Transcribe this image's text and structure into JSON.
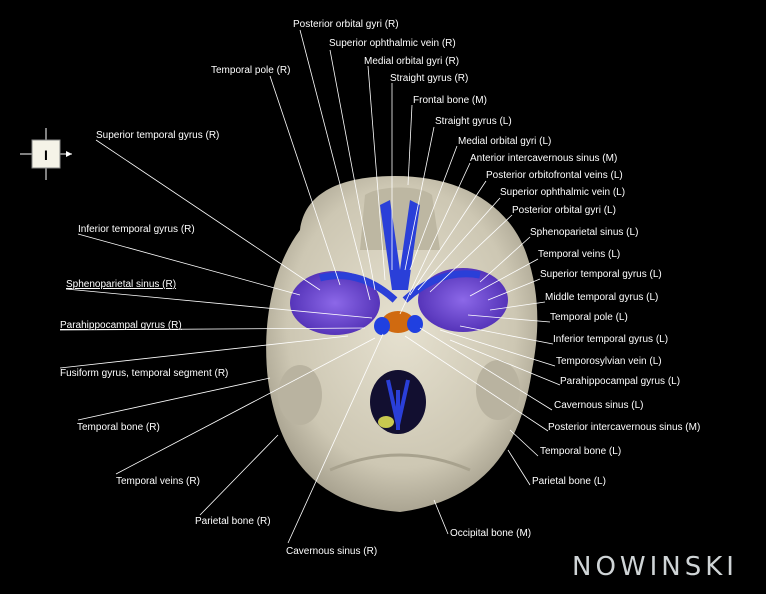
{
  "labels": {
    "posterior_orbital_gyri_r": "Posterior orbital gyri (R)",
    "superior_ophthalmic_vein_r": "Superior ophthalmic vein (R)",
    "medial_orbital_gyri_r": "Medial orbital gyri (R)",
    "straight_gyrus_r": "Straight gyrus (R)",
    "temporal_pole_r": "Temporal pole (R)",
    "frontal_bone_m": "Frontal bone (M)",
    "straight_gyrus_l": "Straight gyrus (L)",
    "superior_temporal_gyrus_r": "Superior temporal gyrus (R)",
    "medial_orbital_gyri_l": "Medial orbital gyri (L)",
    "anterior_intercavernous_sinus_m": "Anterior intercavernous sinus (M)",
    "posterior_orbitofrontal_veins_l": "Posterior orbitofrontal veins (L)",
    "superior_ophthalmic_vein_l": "Superior ophthalmic vein (L)",
    "posterior_orbital_gyri_l": "Posterior orbital gyri (L)",
    "inferior_temporal_gyrus_r": "Inferior temporal gyrus (R)",
    "sphenoparietal_sinus_l": "Sphenoparietal sinus (L)",
    "temporal_veins_l": "Temporal veins (L)",
    "superior_temporal_gyrus_l": "Superior temporal gyrus (L)",
    "sphenoparietal_sinus_r": "Sphenoparietal sinus (R)",
    "middle_temporal_gyrus_l": "Middle temporal gyrus (L)",
    "temporal_pole_l": "Temporal pole (L)",
    "parahippocampal_gyrus_r": "Parahippocampal gyrus (R)",
    "inferior_temporal_gyrus_l": "Inferior temporal gyrus (L)",
    "temporosylvian_vein_l": "Temporosylvian vein (L)",
    "fusiform_gyrus_temporal_segment_r": "Fusiform gyrus, temporal segment (R)",
    "parahippocampal_gyrus_l": "Parahippocampal gyrus (L)",
    "cavernous_sinus_l": "Cavernous sinus (L)",
    "temporal_bone_r": "Temporal bone (R)",
    "posterior_intercavernous_sinus_m": "Posterior intercavernous sinus (M)",
    "temporal_bone_l": "Temporal bone (L)",
    "temporal_veins_r": "Temporal veins (R)",
    "parietal_bone_l": "Parietal bone (L)",
    "parietal_bone_r": "Parietal bone (R)",
    "occipital_bone_m": "Occipital bone (M)",
    "cavernous_sinus_r": "Cavernous sinus (R)"
  },
  "orientation_marker": {
    "letter": "I"
  },
  "brand": {
    "text": "NOWINSKI"
  },
  "colors": {
    "background": "#000000",
    "bone": "#d9d4c3",
    "gyri": "#6a3fd0",
    "veins": "#2a3fd8",
    "sinus": "#d06a10",
    "label": "#ffffff"
  }
}
